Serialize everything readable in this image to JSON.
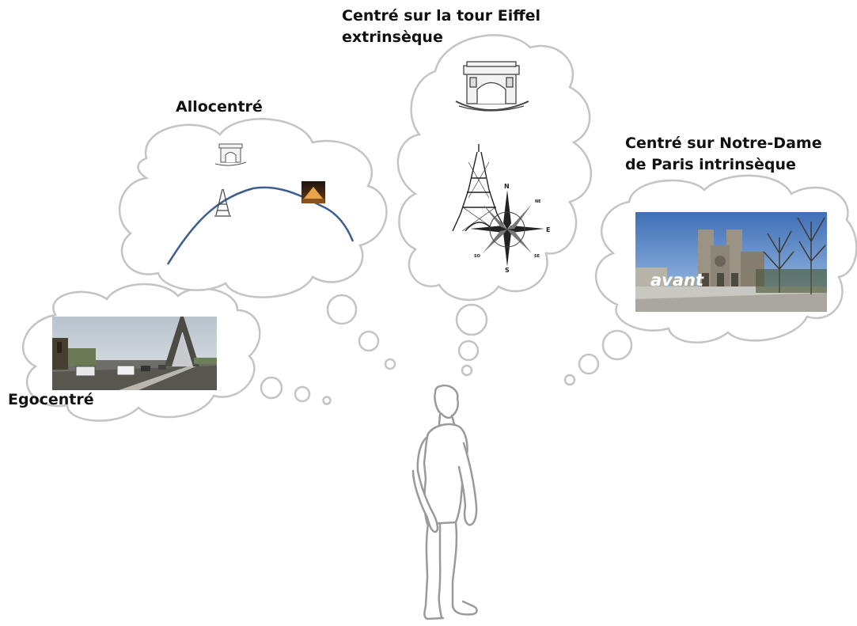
{
  "labels": {
    "egocentric": "Egocentré",
    "allocentric": "Allocentré",
    "eiffel_line1": "Centré sur la tour Eiffel",
    "eiffel_line2": "extrinsèque",
    "notredame_line1": "Centré sur Notre-Dame",
    "notredame_line2": "de Paris intrinsèque"
  },
  "notredame_photo_label": "avant",
  "compass": {
    "n": "N",
    "e": "E",
    "s": "S",
    "ne": "NE",
    "se": "SE",
    "so": "SO"
  },
  "colors": {
    "cloud_stroke": "#bdbdbd",
    "route_line": "#3d5f8f",
    "sky": "#5a88c4"
  }
}
